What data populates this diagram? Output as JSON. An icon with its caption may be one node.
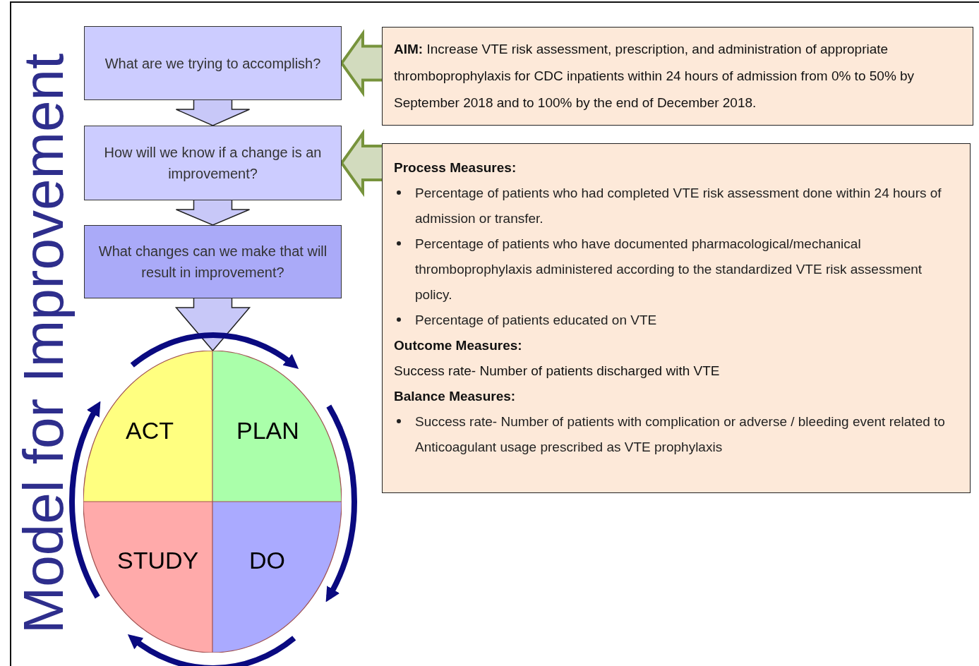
{
  "diagram": {
    "title": "Model for Improvement",
    "nodes": [
      {
        "text": [
          "What are we trying to accomplish?"
        ]
      },
      {
        "text": [
          "How will we know if a change is an improvement?"
        ]
      },
      {
        "text": [
          "What changes can we make that will result in improvement?"
        ]
      },
      {
        "text": [],
        "shape": "circle"
      },
      {
        "text": [
          "ACT"
        ],
        "in": 3
      },
      {
        "text": [
          "PLAN"
        ],
        "in": 3
      },
      {
        "text": [
          "STUDY"
        ],
        "in": 3
      },
      {
        "text": [
          "DO"
        ],
        "in": 3
      },
      {
        "text": [
          "**AIM:** Increase VTE risk assessment, prescription, and administration of appropriate thromboprophylaxis for CDC inpatients within 24 hours of admission from 0% to 50% by September 2018 and to 100% by the end of December 2018."
        ]
      },
      {
        "text": [
          "Process Measures:",
          "Percentage of patients who had completed VTE risk assessment done within 24 hours of admission or transfer.",
          "Percentage of patients who have documented pharmacological/mechanical thromboprophylaxis administered according to the standardized VTE risk assessment policy.",
          "Percentage of patients educated on VTE",
          "Outcome Measures:",
          "Success rate- Number of patients discharged with VTE",
          "Balance Measures:",
          "Success rate- Number of patients with complication or adverse / bleeding event related to Anticoagulant usage prescribed as VTE prophylaxis"
        ]
      }
    ],
    "edges": [
      {
        "from": 0,
        "to": 1,
        "arrow": "to",
        "style": "thick"
      },
      {
        "from": 1,
        "to": 2,
        "arrow": "to",
        "style": "thick"
      },
      {
        "from": 2,
        "to": 3,
        "arrow": "to",
        "style": "thick"
      },
      {
        "from": 4,
        "to": 5,
        "arrow": "to",
        "color": "#0a0a80"
      },
      {
        "from": 5,
        "to": 7,
        "arrow": "to",
        "color": "#0a0a80"
      },
      {
        "from": 7,
        "to": 6,
        "arrow": "to",
        "color": "#0a0a80"
      },
      {
        "from": 6,
        "to": 4,
        "arrow": "to",
        "color": "#0a0a80"
      },
      {
        "from": 8,
        "to": 0,
        "arrow": "to",
        "style": "thick",
        "color": "#77933c"
      },
      {
        "from": 9,
        "to": 1,
        "arrow": "to",
        "style": "thick",
        "color": "#77933c"
      }
    ]
  }
}
